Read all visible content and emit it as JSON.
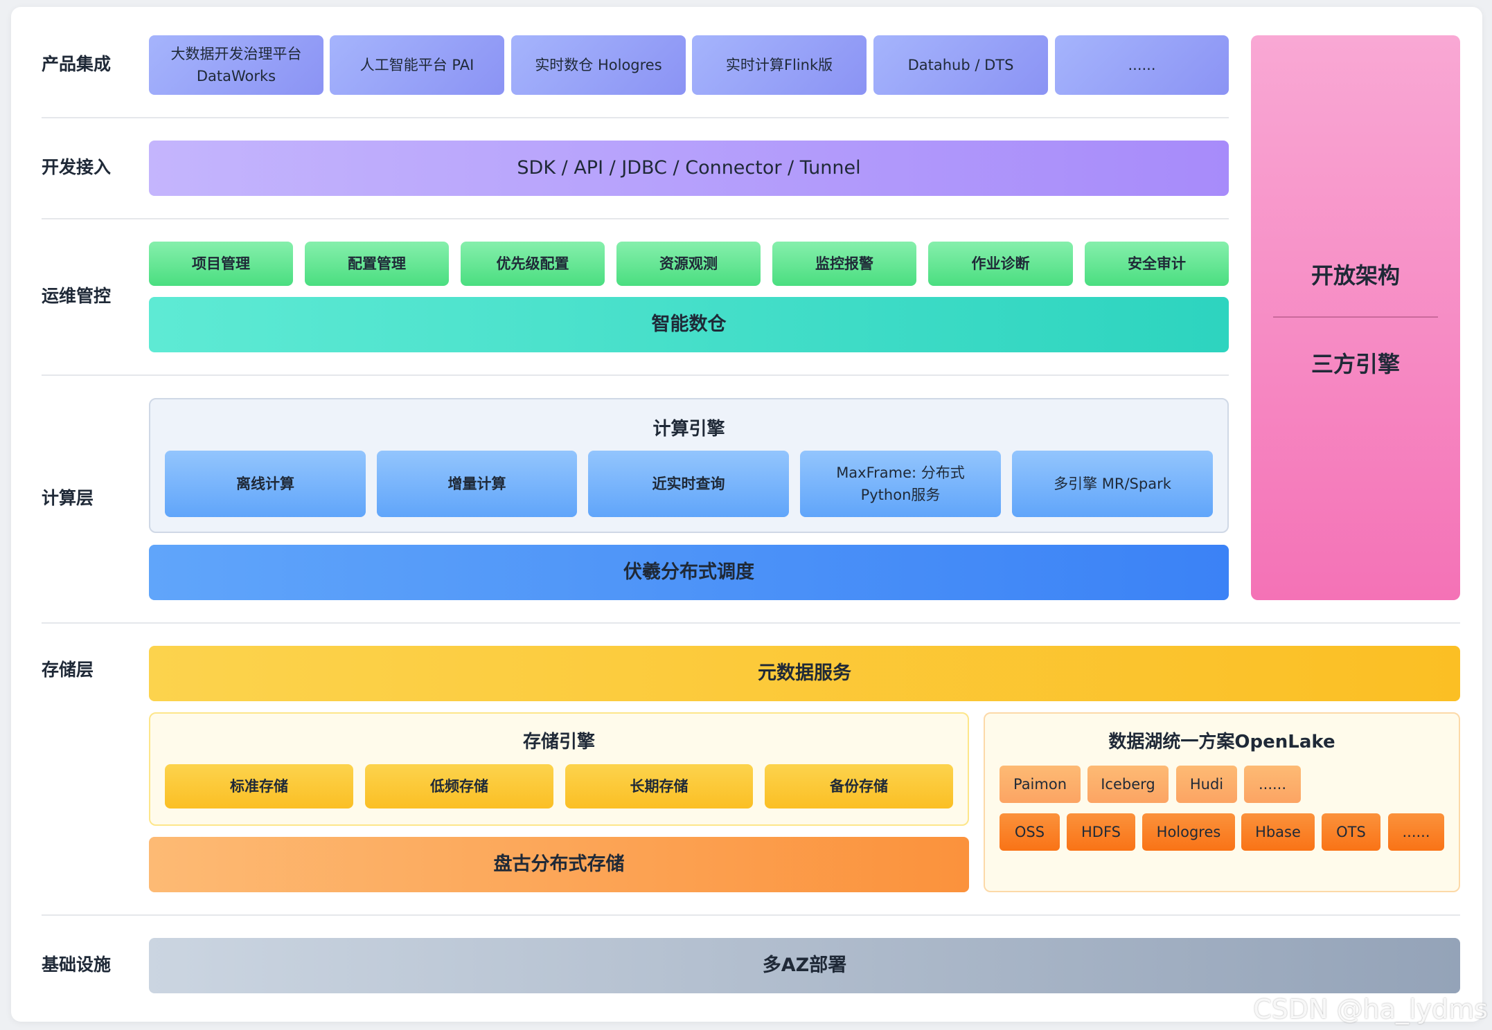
{
  "rows": {
    "product": "产品集成",
    "dev": "开发接入",
    "ops": "运维管控",
    "compute": "计算层",
    "storage": "存储层",
    "infra": "基础设施"
  },
  "product_items": [
    {
      "line1": "大数据开发治理平台",
      "line2": "DataWorks"
    },
    {
      "line1": "人工智能平台 PAI",
      "line2": ""
    },
    {
      "line1": "实时数仓 Hologres",
      "line2": ""
    },
    {
      "line1": "实时计算Flink版",
      "line2": ""
    },
    {
      "line1": "Datahub / DTS",
      "line2": ""
    },
    {
      "line1": "......",
      "line2": ""
    }
  ],
  "dev_bar": "SDK / API / JDBC / Connector / Tunnel",
  "ops_items": [
    "项目管理",
    "配置管理",
    "优先级配置",
    "资源观测",
    "监控报警",
    "作业诊断",
    "安全审计"
  ],
  "ops_bar": "智能数仓",
  "compute_engine": {
    "title": "计算引擎",
    "items": [
      {
        "line1": "离线计算",
        "line2": ""
      },
      {
        "line1": "增量计算",
        "line2": ""
      },
      {
        "line1": "近实时查询",
        "line2": ""
      },
      {
        "line1": "MaxFrame: 分布式",
        "line2": "Python服务"
      },
      {
        "line1": "多引擎 MR/Spark",
        "line2": ""
      }
    ]
  },
  "compute_bar": "伏羲分布式调度",
  "open_arch": {
    "top": "开放架构",
    "bottom": "三方引擎"
  },
  "meta_bar": "元数据服务",
  "storage_engine": {
    "title": "存储引擎",
    "items": [
      "标准存储",
      "低频存储",
      "长期存储",
      "备份存储"
    ]
  },
  "pangu_bar": "盘古分布式存储",
  "openlake": {
    "title": "数据湖统一方案OpenLake",
    "formats": [
      "Paimon",
      "Iceberg",
      "Hudi",
      "......"
    ],
    "stores": [
      "OSS",
      "HDFS",
      "Hologres",
      "Hbase",
      "OTS",
      "......"
    ]
  },
  "infra_bar": "多AZ部署",
  "watermark": "CSDN @ha_lydms",
  "colors": {
    "product": "#8b93f4",
    "dev": "#a78bfa",
    "ops": "#4ade80",
    "smart": "#2dd4bf",
    "compute": "#60a5fa",
    "open": "#f472b6",
    "storage": "#fbbf24",
    "pangu": "#fb923c",
    "infra": "#94a3b8"
  }
}
